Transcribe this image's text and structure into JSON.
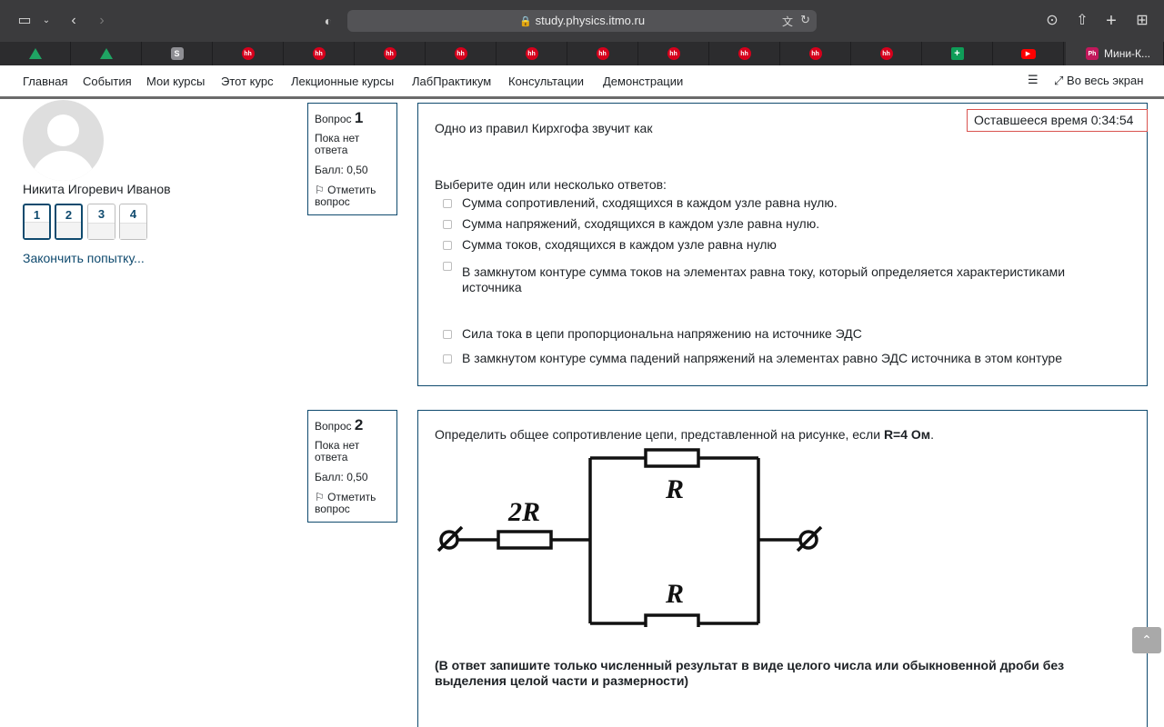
{
  "browser": {
    "url": "study.physics.itmo.ru",
    "active_tab_label": "Мини-К...",
    "tab_favicons": [
      "drive",
      "drive",
      "s",
      "hh",
      "hh",
      "hh",
      "hh",
      "hh",
      "hh",
      "hh",
      "hh",
      "hh",
      "hh",
      "sheets",
      "yt"
    ],
    "favicon_text": {
      "hh": "hh",
      "s": "S",
      "sheets": "+",
      "yt": "▶",
      "ph": "Ph"
    }
  },
  "nav": {
    "items": [
      "Главная",
      "События",
      "Мои курсы",
      "Этот курс",
      "Лекционные курсы",
      "ЛабПрактикум",
      "Консультации",
      "Демонстрации"
    ],
    "fullscreen_label": "Во весь экран"
  },
  "user": {
    "name": "Никита Игоревич Иванов"
  },
  "quiz_nav": {
    "buttons": [
      "1",
      "2",
      "3",
      "4"
    ],
    "finish_label": "Закончить попытку..."
  },
  "timer": {
    "text": "Оставшееся время 0:34:54"
  },
  "questions": [
    {
      "label": "Вопрос",
      "number": "1",
      "state": "Пока нет ответа",
      "grade": "Балл: 0,50",
      "flag": "Отметить вопрос",
      "text": "Одно из правил Кирхгофа звучит как",
      "prompt": "Выберите один или несколько ответов:",
      "options": [
        "Сумма сопротивлений, сходящихся в каждом узле равна нулю.",
        "Сумма напряжений, сходящихся в каждом узле равна нулю.",
        "Сумма токов, сходящихся в каждом узле равна нулю",
        "В замкнутом контуре сумма токов на элементах равна току, который определяется характеристиками источника",
        "Сила тока в цепи пропорциональна напряжению на источнике ЭДС",
        "В замкнутом контуре сумма падений напряжений на элементах равно ЭДС источника в этом контуре"
      ]
    },
    {
      "label": "Вопрос",
      "number": "2",
      "state": "Пока нет ответа",
      "grade": "Балл: 0,50",
      "flag": "Отметить вопрос",
      "text_prefix": "Определить общее сопротивление цепи, представленной на рисунке, если ",
      "text_bold": "R=4 Ом",
      "text_suffix": ".",
      "circuit_labels": {
        "series": "2R",
        "top": "R",
        "bottom": "R"
      },
      "answer_note": "(В ответ запишите только численный результат в виде целого числа или обыкновенной дроби без выделения целой части и размерности)"
    }
  ]
}
